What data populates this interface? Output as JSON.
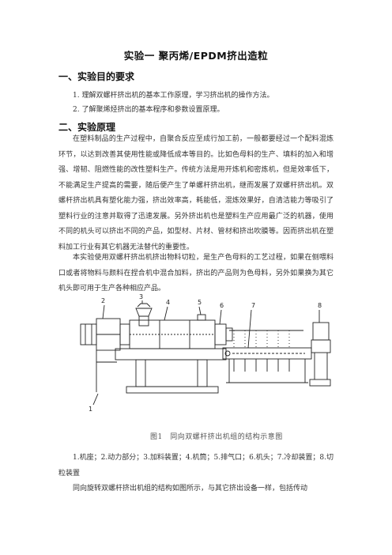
{
  "title": "实验一 聚丙烯/EPDM挤出造粒",
  "section1": {
    "heading": "一、实验目的要求",
    "items": [
      "1. 理解双螺杆挤出机的基本工作原理，学习挤出机的操作方法。",
      "2. 了解聚烯烃挤出的基本程序和参数设置原理。"
    ]
  },
  "section2": {
    "heading": "二、实验原理",
    "para1": "在塑料制品的生产过程中，自聚合反应至成行加工前，一般都要经过一个配料混炼环节，以达到改善其使用性能或降低成本等目的。比如色母料的生产、填料的加入和增强、增韧、阻燃性能的改性塑料生产。传统方法是用开炼机和密炼机，但是效率低下，不能满足生产提高的需要，随后便产生了单螺杆挤出机，继而发展了双螺杆挤出机。双螺杆挤出机具有塑化能力强，挤出效率高，耗能低，混炼效果好，自清洁能力等吸引了塑料行业的注意并取得了迅速发展。另外挤出机也是塑料生产应用最广泛的机器，使用不同的机头可以挤出不同的产品，如型材、片材、管材和挤出吹膜等。因而挤出机在塑料加工行业有其它机器无法替代的重要性。",
    "para2": "本实验使用双螺杆挤出机挤出物料切粒，是生产色母料的工艺过程，如果在侧喂料口或者将物料与颜料在捏合机中混合加料，挤出的产品则为色母料，另外如果换为其它机头即可用于生产各种相应产品。"
  },
  "figure": {
    "labels": [
      "2",
      "3",
      "4",
      "5",
      "6",
      "7",
      "8",
      "1"
    ],
    "caption": "图1　同向双螺杆挤出机组的结构示意图",
    "legend": "1.机座；2.动力部分；3.加料装置；4.机筒；5.排气口；6.机头；7.冷却装置；8.切粒装置"
  },
  "para3": "同向旋转双螺杆挤出机组的结构如图所示，与其它挤出设备一样，包括传动"
}
